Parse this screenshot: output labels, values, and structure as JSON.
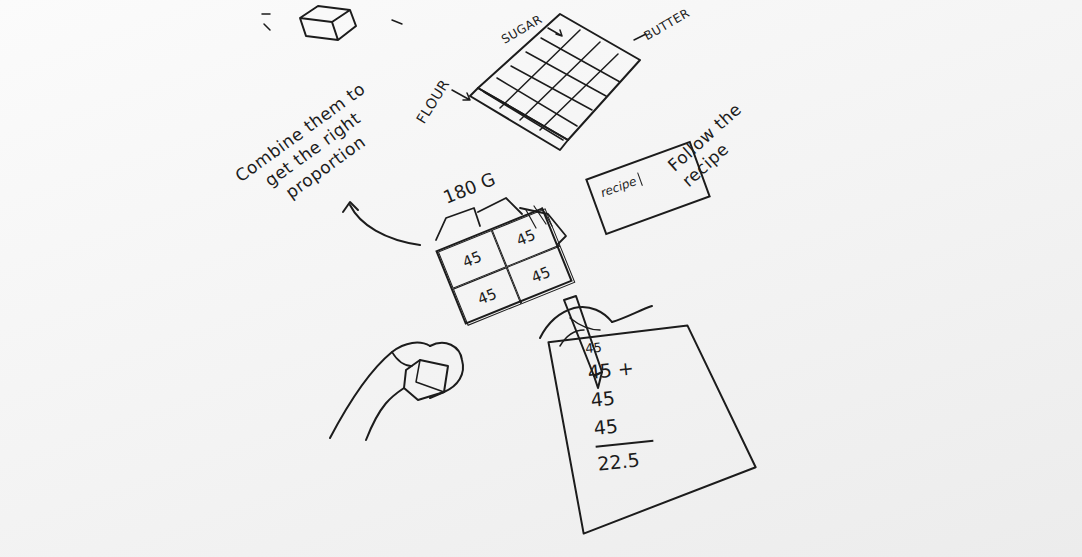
{
  "diagram": {
    "nodes": [
      {
        "text": [
          "recipe"
        ]
      },
      {
        "text": [
          "180 G"
        ]
      },
      {
        "text": [
          "45"
        ],
        "in": 1
      },
      {
        "text": [
          "45"
        ],
        "in": 1
      },
      {
        "text": [
          "45"
        ],
        "in": 1
      },
      {
        "text": [
          "45"
        ],
        "in": 1
      },
      {
        "text": [
          "45",
          "45 +",
          "45",
          "45",
          "22.5"
        ]
      }
    ],
    "labels": [
      "SUGAR",
      "BUTTER",
      "FLOUR",
      "Combine them to get the right proportion",
      "Follow the recipe"
    ]
  }
}
